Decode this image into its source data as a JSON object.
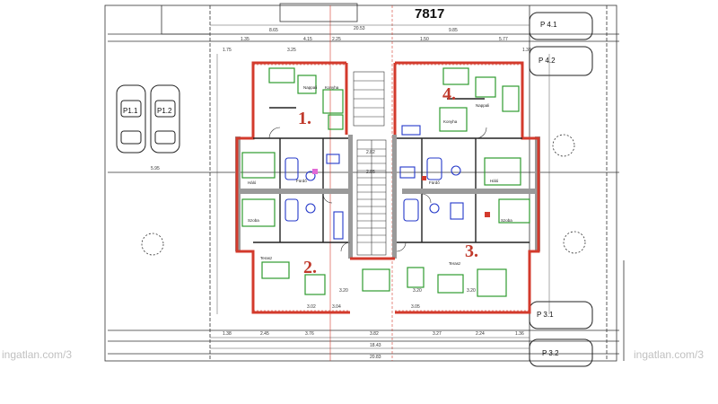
{
  "plot_number": "7817",
  "units": [
    "1.",
    "2.",
    "3.",
    "4."
  ],
  "parking": [
    "P1.1",
    "P1.2",
    "P 4.1",
    "P 4.2",
    "P 3.1",
    "P 3.2"
  ],
  "dimensions_top": [
    "20.53",
    "8.65",
    "1.35",
    "9.85",
    "1.75",
    "3.25",
    "4.15",
    "2.25",
    "1.50",
    "5.77",
    "1.38"
  ],
  "dimensions_bottom": [
    "1.38",
    "2.45",
    "3.76",
    "3.82",
    "3.27",
    "2.24",
    "1.36",
    "20.83",
    "18.43"
  ],
  "dimensions_misc": [
    "5.95",
    "2.82",
    "2.85",
    "3.20",
    "3.02",
    "3.05",
    "3.20",
    "3.04",
    "3.20"
  ],
  "room_labels": [
    "Nappali",
    "Konyha",
    "Fürdő",
    "Háló",
    "Terasz",
    "Szoba",
    "Szoba",
    "Háló",
    "Fürdő",
    "Nappali",
    "Konyha",
    "Terasz"
  ],
  "watermark_text": "ingatlan.com/3",
  "colors": {
    "wall_red": "#d33a2c",
    "wall_gray": "#8c8c8c",
    "furniture_green": "#2e9b2e",
    "fixture_blue": "#2438c9",
    "line": "#333333"
  }
}
